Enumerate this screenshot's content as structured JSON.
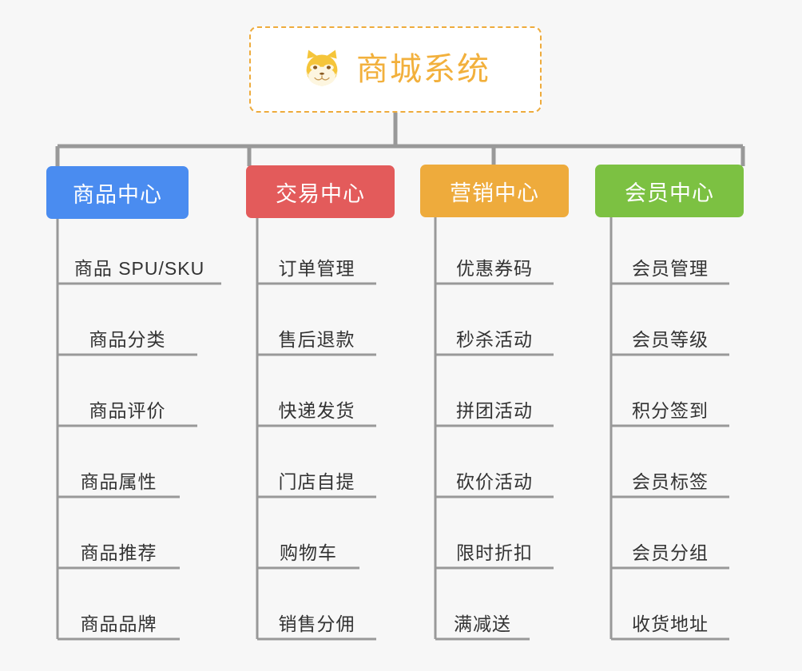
{
  "diagram": {
    "title": "商城系统",
    "type": "mindmap-org-chart",
    "background_color": "#f7f7f7",
    "connector_color": "#999999",
    "root": {
      "label": "商城系统",
      "icon": "shiba-dog-icon",
      "text_color": "#f2b03c",
      "border_color": "#eeab3c",
      "border_style": "dashed",
      "background_color": "#ffffff"
    },
    "branches": [
      {
        "label": "商品中心",
        "color": "#4a8cf0",
        "items": [
          "商品 SPU/SKU",
          "商品分类",
          "商品评价",
          "商品属性",
          "商品推荐",
          "商品品牌"
        ]
      },
      {
        "label": "交易中心",
        "color": "#e35b5b",
        "items": [
          "订单管理",
          "售后退款",
          "快递发货",
          "门店自提",
          "购物车",
          "销售分佣"
        ]
      },
      {
        "label": "营销中心",
        "color": "#eeab3c",
        "items": [
          "优惠券码",
          "秒杀活动",
          "拼团活动",
          "砍价活动",
          "限时折扣",
          "满减送"
        ]
      },
      {
        "label": "会员中心",
        "color": "#7cc142",
        "items": [
          "会员管理",
          "会员等级",
          "积分签到",
          "会员标签",
          "会员分组",
          "收货地址"
        ]
      }
    ]
  }
}
